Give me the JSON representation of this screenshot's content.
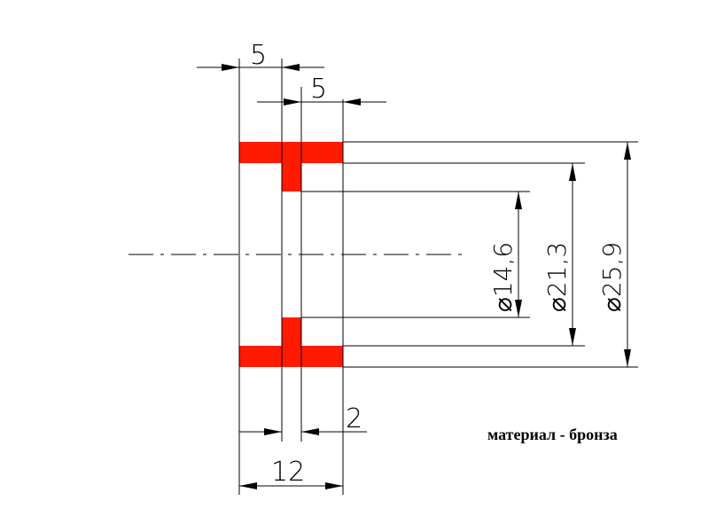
{
  "drawing": {
    "dimensions": {
      "top_width_1": "5",
      "top_width_2": "5",
      "dia_small": "⌀14,6",
      "dia_mid": "⌀21,3",
      "dia_large": "⌀25,9",
      "rib_width": "2",
      "total_width": "12"
    },
    "note": "материал - бронза",
    "colors": {
      "section_fill": "#ff1a00",
      "lines": "#000000"
    }
  }
}
